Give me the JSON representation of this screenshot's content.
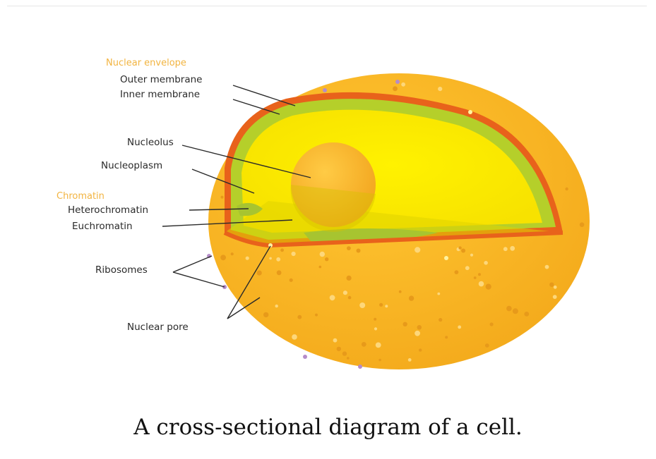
{
  "diagram": {
    "caption": "A cross-sectional diagram of a cell.",
    "groups": {
      "nuclear_envelope": "Nuclear envelope",
      "chromatin": "Chromatin"
    },
    "labels": {
      "outer_membrane": "Outer membrane",
      "inner_membrane": "Inner membrane",
      "nucleolus": "Nucleolus",
      "nucleoplasm": "Nucleoplasm",
      "heterochromatin": "Heterochromatin",
      "euchromatin": "Euchromatin",
      "ribosomes": "Ribosomes",
      "nuclear_pore": "Nuclear pore"
    },
    "colors": {
      "cytoplasm": "#f7b21e",
      "nucleoplasm": "#f8e500",
      "heterochromatin": "#b5cf2a",
      "envelope": "#e8621b",
      "nucleolus": "#f6b12a",
      "ribosome": "#fdd77a",
      "group_label": "#f2b441"
    }
  }
}
